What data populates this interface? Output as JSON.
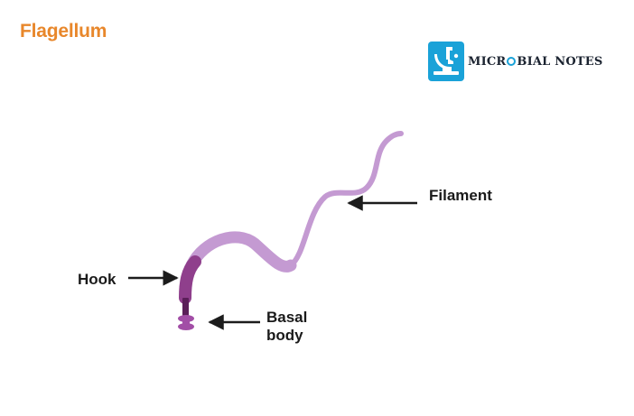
{
  "header": {
    "title": "Flagellum"
  },
  "brand": {
    "text_before": "MICR",
    "text_after": "BIAL NOTES",
    "logo_icon": "microscope-icon",
    "logo_color": "#1aa2d8"
  },
  "labels": {
    "filament": "Filament",
    "hook": "Hook",
    "basal_body_line1": "Basal",
    "basal_body_line2": "body"
  },
  "colors": {
    "title": "#e8872b",
    "filament": "#c49ad2",
    "hook": "#8f3f8c",
    "basal_body": "#a24ea6",
    "basal_rod": "#5b1f59",
    "arrow": "#1c1c1c"
  }
}
